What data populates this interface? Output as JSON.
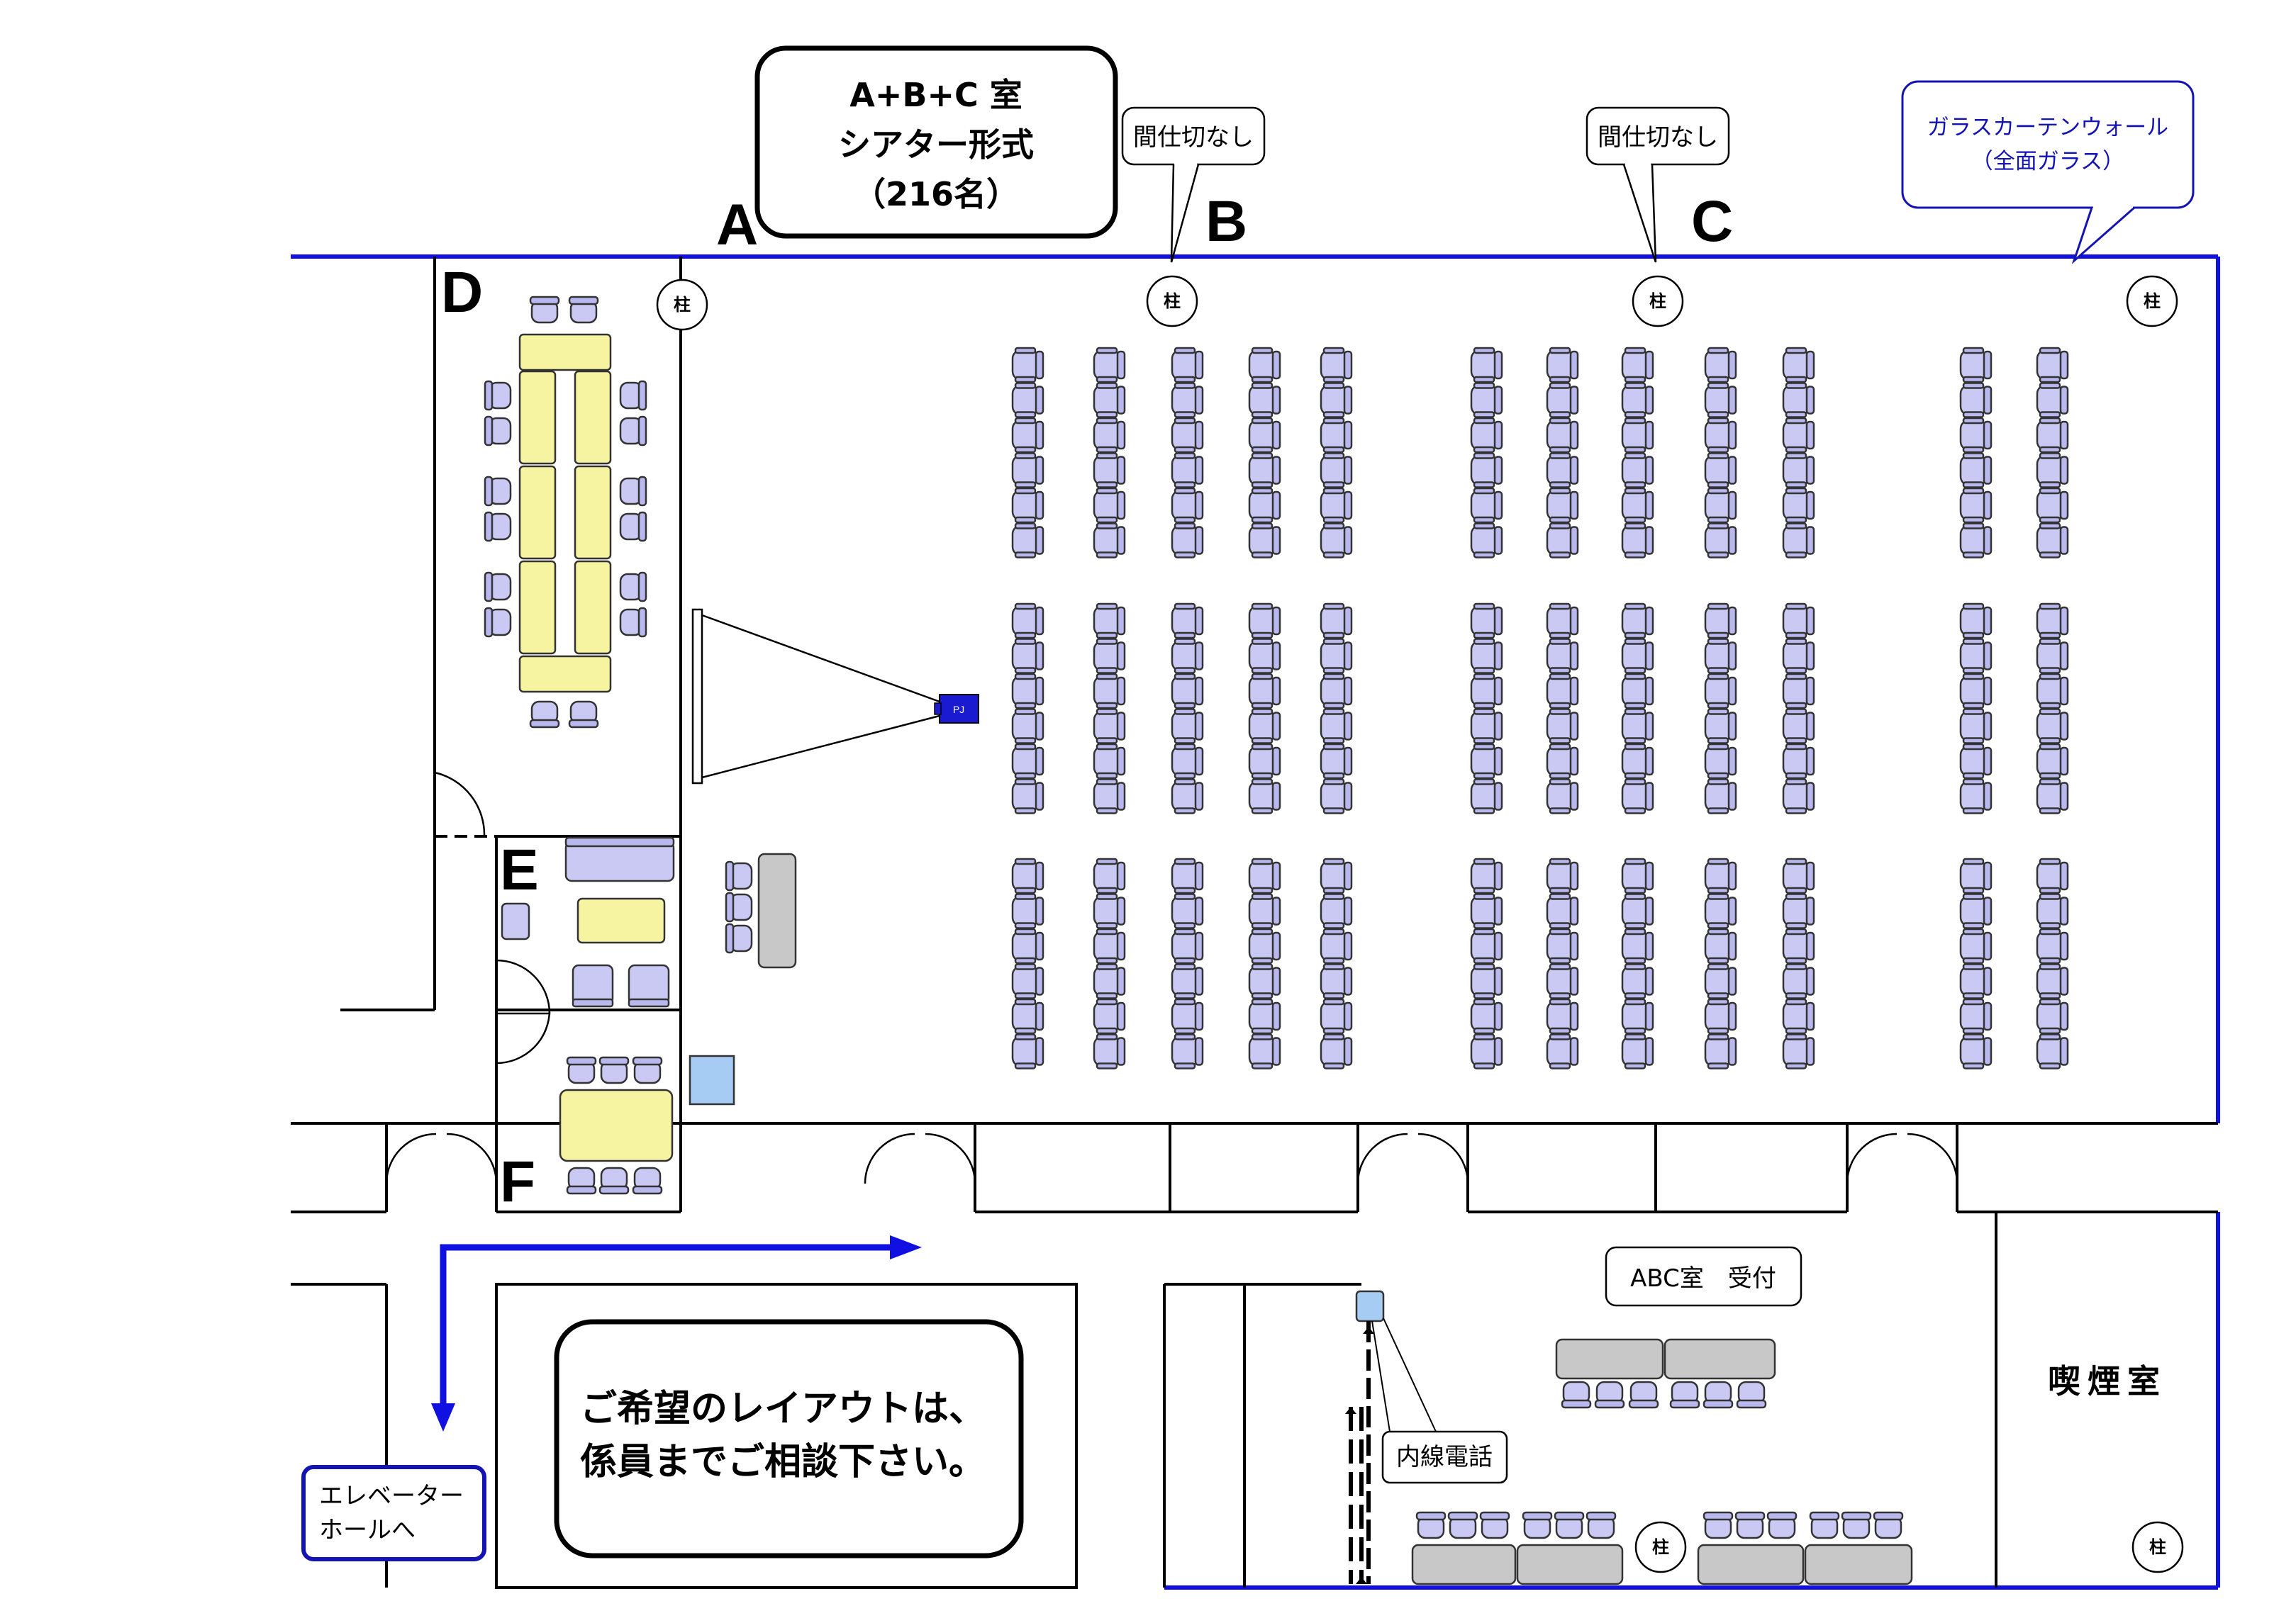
{
  "title": {
    "line1": "A+B+C 室",
    "line2": "シアター形式",
    "line3": "（216名）"
  },
  "room_letters": {
    "a": "A",
    "b": "B",
    "c": "C",
    "d": "D",
    "e": "E",
    "f": "F"
  },
  "callouts": {
    "no_partition_b": "間仕切なし",
    "no_partition_c": "間仕切なし",
    "glass_wall_line1": "ガラスカーテンウォール",
    "glass_wall_line2": "（全面ガラス）",
    "reception": "ABC室　受付",
    "extension_phone": "内線電話",
    "elevator_line1": "エレベーター",
    "elevator_line2": "ホールへ",
    "note_line1": "ご希望のレイアウトは、",
    "note_line2": "係員までご相談下さい。"
  },
  "column_label": "柱",
  "smoking_room": "喫煙室",
  "projector_label": "PJ",
  "colors": {
    "glass_wall": "#1010e0",
    "arrow": "#1010e0",
    "chair": "#c9c9f4",
    "table_yellow": "#f6f4a0",
    "table_gray": "#c8c8c8",
    "projector": "#1a1ad0",
    "phone": "#a7ccf4"
  },
  "seating": {
    "layout": "theater",
    "capacity": 216,
    "blocks_per_section": 3,
    "rows_per_block": 6
  }
}
